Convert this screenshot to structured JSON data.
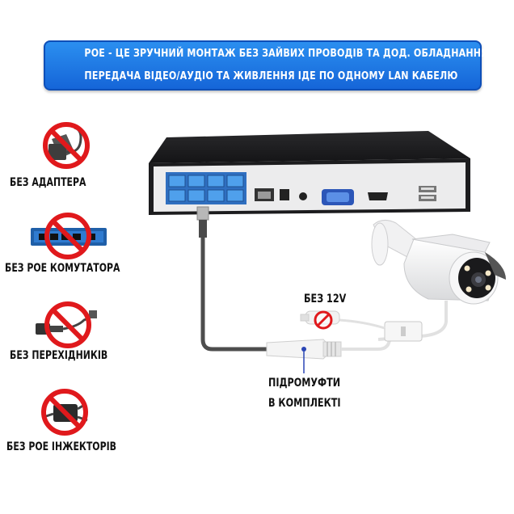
{
  "banner": {
    "line1": "POE - ЦЕ ЗРУЧНИЙ МОНТАЖ БЕЗ ЗАЙВИХ ПРОВОДІВ ТА ДОД. ОБЛАДНАННЯ",
    "line2": "ПЕРЕДАЧА ВІДЕО/АУДІО ТА ЖИВЛЕННЯ ІДЕ ПО ОДНОМУ LAN КАБЕЛЮ"
  },
  "side_items": [
    {
      "label": "БЕЗ АДАПТЕРА",
      "icon": "power-adapter-icon"
    },
    {
      "label": "БЕЗ POE КОМУТАТОРА",
      "icon": "poe-switch-icon"
    },
    {
      "label": "БЕЗ ПЕРЕХІДНИКІВ",
      "icon": "adapter-cable-icon"
    },
    {
      "label": "БЕЗ POE ІНЖЕКТОРІВ",
      "icon": "poe-injector-icon"
    }
  ],
  "diagram": {
    "no_12v_label": "БЕЗ 12V",
    "couplers_label_line1": "ПІДРОМУФТИ",
    "couplers_label_line2": "В КОМПЛЕКТІ"
  },
  "colors": {
    "banner": "#1a74e4",
    "prohibition_red": "#e0191c",
    "nvr_body": "#1b1b1d",
    "nvr_panel": "#e9e9ea",
    "poe_port_blue": "#3a8ad9",
    "cable": "#555555"
  }
}
